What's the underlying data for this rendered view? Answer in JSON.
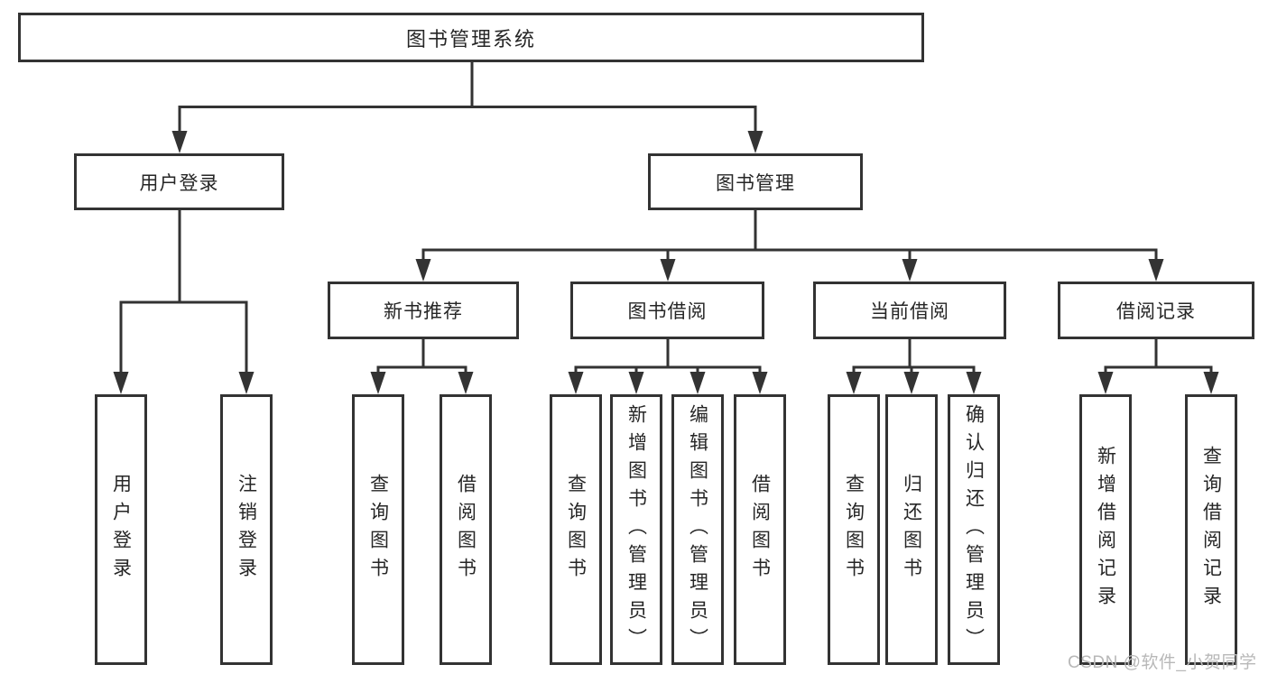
{
  "page": {
    "background": "#ffffff"
  },
  "diagram": {
    "stroke_color": "#333333",
    "text_color": "#262626",
    "nodes": {
      "root": {
        "label": "图书管理系统"
      },
      "userLogin": {
        "label": "用户登录"
      },
      "bookMgmt": {
        "label": "图书管理"
      },
      "newBookRec": {
        "label": "新书推荐"
      },
      "bookBorrow": {
        "label": "图书借阅"
      },
      "currentBorrow": {
        "label": "当前借阅"
      },
      "borrowRecord": {
        "label": "借阅记录"
      },
      "leafUserLogin": {
        "label": "用户登录"
      },
      "leafLogout": {
        "label": "注销登录"
      },
      "leafQueryBook1": {
        "label": "查询图书"
      },
      "leafBorrowBook1": {
        "label": "借阅图书"
      },
      "leafQueryBook2": {
        "label": "查询图书"
      },
      "leafAddBook": {
        "label": "新增图书（管理员）"
      },
      "leafEditBook": {
        "label": "编辑图书（管理员）"
      },
      "leafBorrowBook2": {
        "label": "借阅图书"
      },
      "leafQueryBook3": {
        "label": "查询图书"
      },
      "leafReturnBook": {
        "label": "归还图书"
      },
      "leafConfirmReturn": {
        "label": "确认归还（管理员）"
      },
      "leafAddBorrowRecord": {
        "label": "新增借阅记录"
      },
      "leafQueryBorrowRecord": {
        "label": "查询借阅记录"
      }
    }
  },
  "watermark": {
    "text": "CSDN @软件_小贺同学",
    "color": "#b8b8b8"
  }
}
